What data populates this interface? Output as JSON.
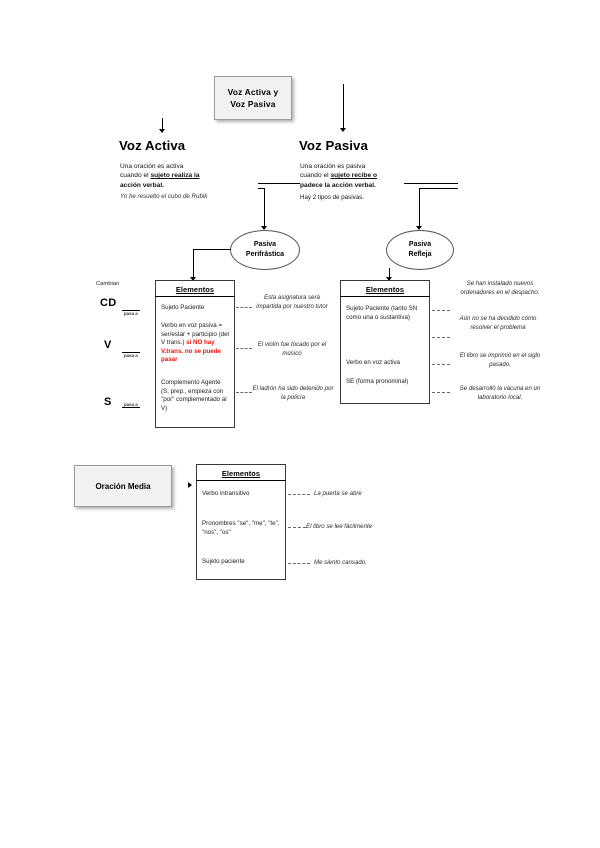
{
  "document": {
    "title": "Voz Activa y Voz Pasiva"
  },
  "title_box": {
    "line1": "Voz Activa y",
    "line2": "Voz Pasiva"
  },
  "active": {
    "heading": "Voz Activa",
    "definition_part1": "Una oración es activa",
    "definition_part2": "cuando el ",
    "definition_emphasis": "sujeto realiza la",
    "definition_part3": "acción verbal.",
    "example": "Yo he resuelto el cubo de Rubik"
  },
  "passive": {
    "heading": "Voz Pasiva",
    "definition_part1": "Una oración es pasiva",
    "definition_part2": "cuando el ",
    "definition_emphasis": "sujeto recibe o",
    "definition_part3": "padece la acción verbal.",
    "note": "Hay 2 tipos de pasivas."
  },
  "ellipses": {
    "perifrastica": {
      "line1": "Pasiva",
      "line2": "Perifrástica"
    },
    "refleja": {
      "line1": "Pasiva",
      "line2": "Refleja"
    }
  },
  "left_labels": {
    "cambian": "Cambian",
    "cd": "CD",
    "v": "V",
    "s": "S",
    "pasa_a_1": "pasa a",
    "pasa_a_2": "pasa a",
    "pasa_a_3": "pasa a"
  },
  "table_perifrastica": {
    "header": "Elementos",
    "rows": [
      {
        "text": "Sujeto Paciente",
        "example": "Esta asignatura será impartida por nuestro tutor"
      },
      {
        "text": "Verbo en voz pasiva = ser/estar + participio (del V trans.)",
        "warning": "si NO hay V.trans. no se puede pasar",
        "example": "El violín fue tocado por el músico"
      },
      {
        "text": "Complemento Agente (S. prep., empieza con \"por\" complementado al V)",
        "example": "El ladrón ha sido detenido por la policía"
      }
    ]
  },
  "table_refleja": {
    "header": "Elementos",
    "rows": [
      {
        "text": "Sujeto Paciente (tanto SN como una o sustantiva)",
        "example": "Se han instalado nuevos ordenadores en el despacho."
      },
      {
        "text": "Verbo en voz activa",
        "example": "Aún no se ha decidido cómo resolver el problema"
      },
      {
        "text": "SE (forma pronominal)",
        "example": "El libro se imprimió en el siglo pasado."
      }
    ],
    "extra_example": "Se desarrolló la vacuna en un laboratorio local."
  },
  "media": {
    "box_label": "Oración Media",
    "header": "Elementos",
    "rows": [
      {
        "text": "Verbo intransitivo",
        "example": "La puerta se abre"
      },
      {
        "text": "Pronombres \"se\", \"me\", \"te\", \"nos\", \"os\"",
        "example": "El libro se lee fácilmente"
      },
      {
        "text": "Sujeto paciente",
        "example": "Me siento cansado."
      }
    ]
  },
  "colors": {
    "warning_red": "#e8140c",
    "box_fill": "#f2f2f2",
    "box_border": "#9a9a9a",
    "line": "#000000"
  }
}
